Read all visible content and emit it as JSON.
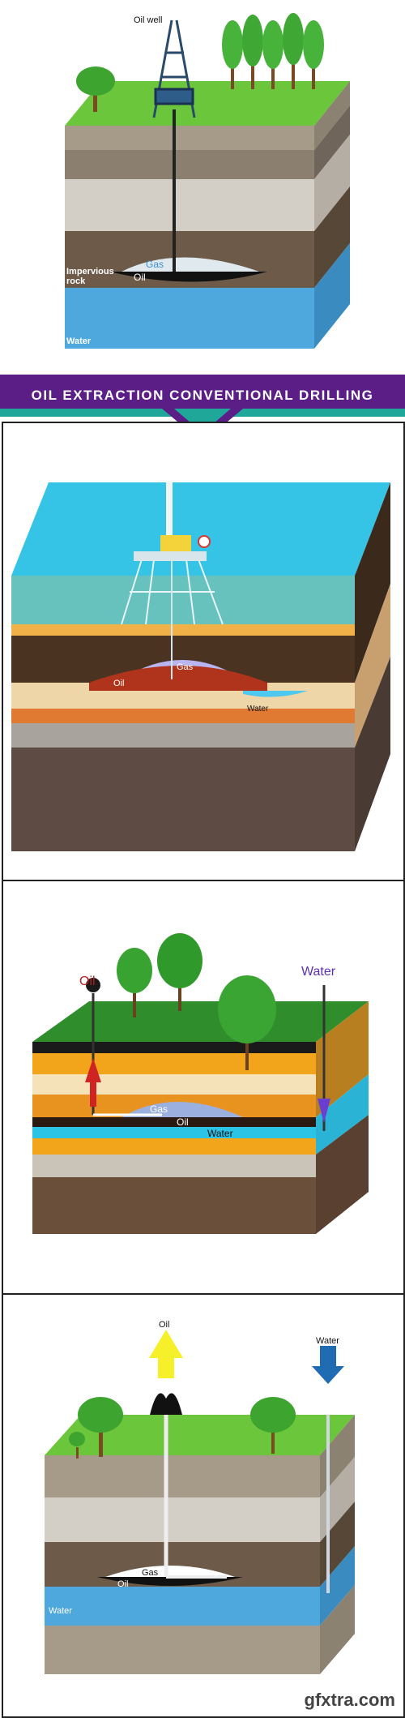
{
  "banner": {
    "title": "OIL EXTRACTION CONVENTIONAL DRILLING"
  },
  "panel1": {
    "labels": {
      "oil_well": "Oil well",
      "gas": "Gas",
      "oil": "Oil",
      "impervious_rock": [
        "Impervious",
        "rock"
      ],
      "water": "Water"
    }
  },
  "panel2": {
    "labels": {
      "gas": "Gas",
      "oil": "Oil",
      "water": "Water"
    }
  },
  "panel3": {
    "labels": {
      "oil_top": "Oil",
      "water_top": "Water",
      "gas": "Gas",
      "oil": "Oil",
      "water": "Water"
    }
  },
  "panel4": {
    "labels": {
      "oil_top": "Oil",
      "water_top": "Water",
      "gas": "Gas",
      "oil": "Oil",
      "water": "Water"
    }
  },
  "watermark": "gfxtra.com",
  "colors": {
    "banner_purple": "#5b1d86",
    "banner_teal": "#1fa79a",
    "grass": "#6cc63c",
    "water_blue": "#4ea7dd",
    "sea": "#35c3e6"
  }
}
